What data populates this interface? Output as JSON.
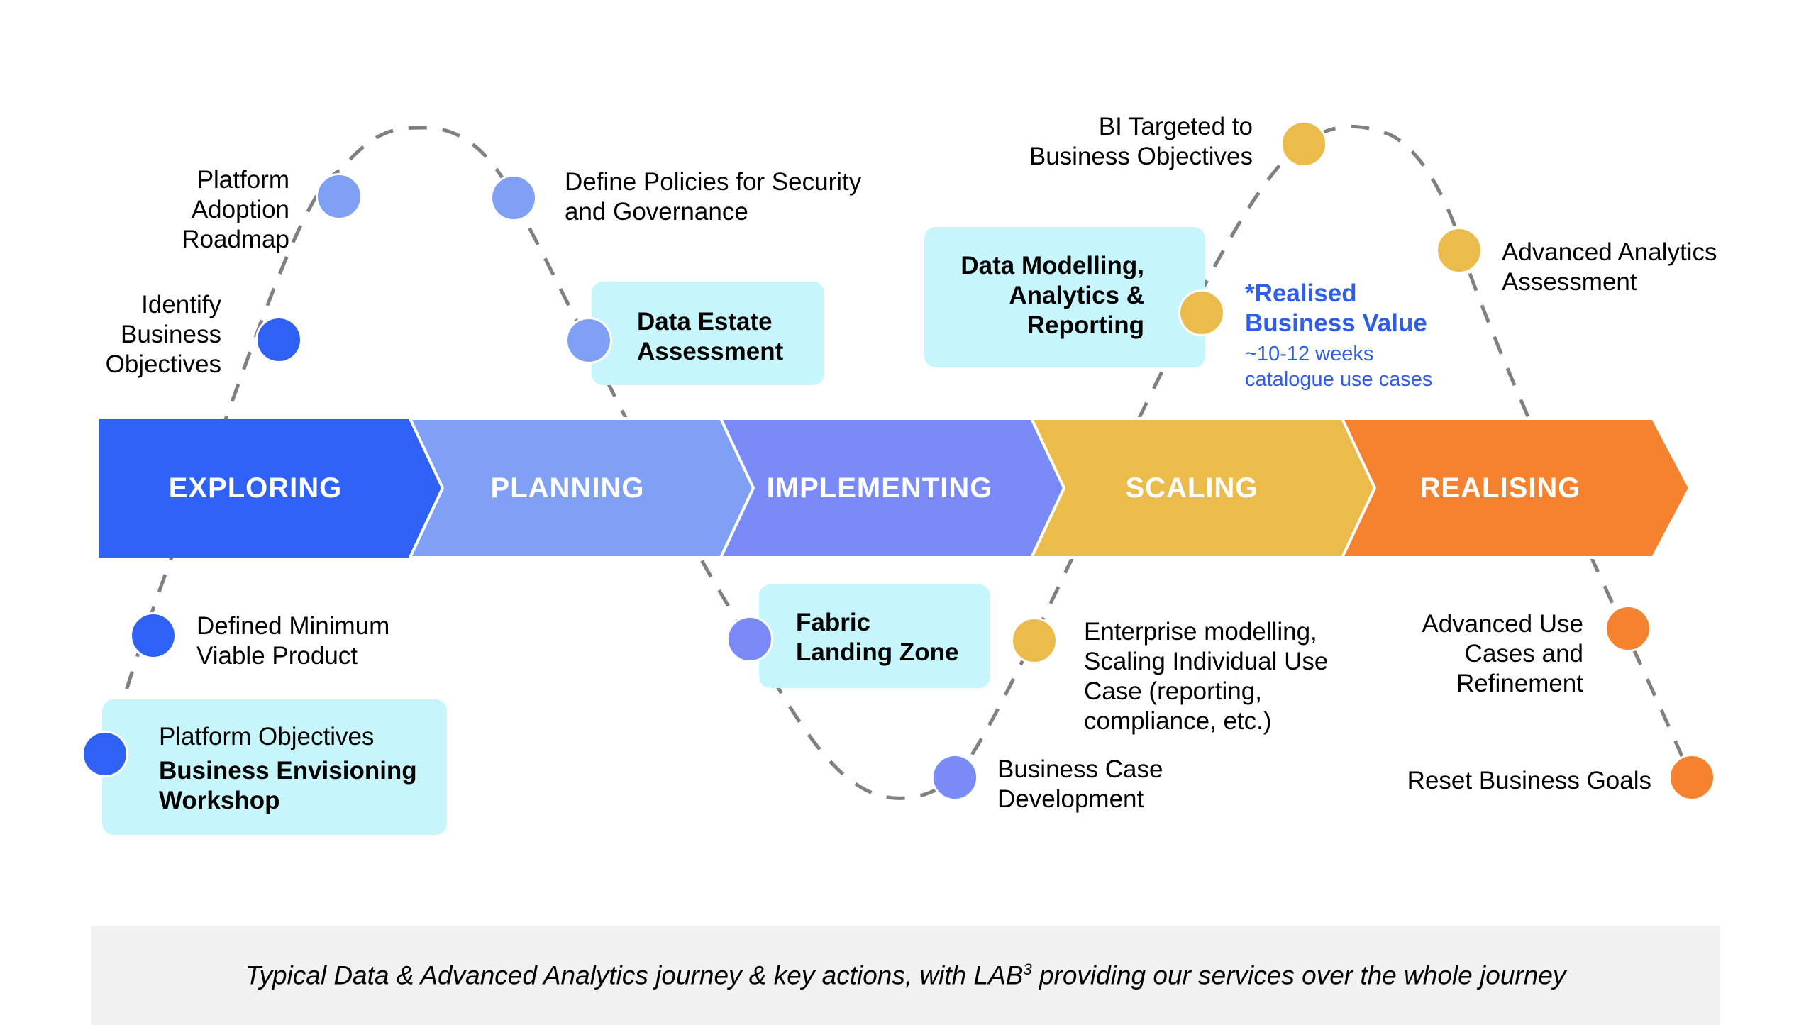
{
  "colors": {
    "exploring": "#2f62f4",
    "planning": "#80a0f6",
    "implementing": "#7a8bf8",
    "scaling": "#ebbc4c",
    "realising": "#f4822e",
    "box": "#c6f6fb",
    "highlight_text": "#2f5ee8",
    "path": "#808080"
  },
  "stages": [
    {
      "label": "EXPLORING",
      "color": "#2f62f4"
    },
    {
      "label": "PLANNING",
      "color": "#80a0f6"
    },
    {
      "label": "IMPLEMENTING",
      "color": "#7a8bf8"
    },
    {
      "label": "SCALING",
      "color": "#ebbc4c"
    },
    {
      "label": "REALISING",
      "color": "#f4822e"
    }
  ],
  "milestones": {
    "platform_objectives": {
      "line1": "Platform Objectives",
      "line2": "Business Envisioning",
      "line3": "Workshop",
      "color": "#2f62f4"
    },
    "defined_mvp": {
      "line1": "Defined Minimum",
      "line2": "Viable Product",
      "color": "#2f62f4"
    },
    "identify_objectives": {
      "line1": "Identify",
      "line2": "Business",
      "line3": "Objectives",
      "color": "#2f62f4"
    },
    "adoption_roadmap": {
      "line1": "Platform",
      "line2": "Adoption",
      "line3": "Roadmap",
      "color": "#80a0f6"
    },
    "define_policies": {
      "line1": "Define Policies for Security",
      "line2": "and Governance",
      "color": "#80a0f6"
    },
    "data_estate": {
      "line1": "Data Estate",
      "line2": "Assessment",
      "color": "#80a0f6"
    },
    "fabric_landing": {
      "line1": "Fabric",
      "line2": "Landing Zone",
      "color": "#7a8bf8"
    },
    "business_case": {
      "line1": "Business Case",
      "line2": "Development",
      "color": "#7a8bf8"
    },
    "enterprise_modelling": {
      "line1": "Enterprise modelling,",
      "line2": "Scaling Individual Use",
      "line3": "Case (reporting,",
      "line4": "compliance, etc.)",
      "color": "#ebbc4c"
    },
    "data_modelling": {
      "line1": "Data Modelling,",
      "line2": "Analytics &",
      "line3": "Reporting",
      "color": "#ebbc4c"
    },
    "bi_targeted": {
      "line1": "BI Targeted to",
      "line2": "Business Objectives",
      "color": "#ebbc4c"
    },
    "advanced_analytics": {
      "line1": "Advanced Analytics",
      "line2": "Assessment",
      "color": "#ebbc4c"
    },
    "advanced_use_cases": {
      "line1": "Advanced Use",
      "line2": "Cases and",
      "line3": "Refinement",
      "color": "#f4822e"
    },
    "reset_goals": {
      "line1": "Reset Business Goals",
      "color": "#f4822e"
    }
  },
  "realised_value": {
    "title_line1": "*Realised",
    "title_line2": "Business Value",
    "sub_line1": "~10-12 weeks",
    "sub_line2": "catalogue use cases"
  },
  "footer": {
    "text_before": "Typical Data & Advanced Analytics journey & key actions, with LAB",
    "superscript": "3",
    "text_after": " providing our services over the whole journey"
  }
}
